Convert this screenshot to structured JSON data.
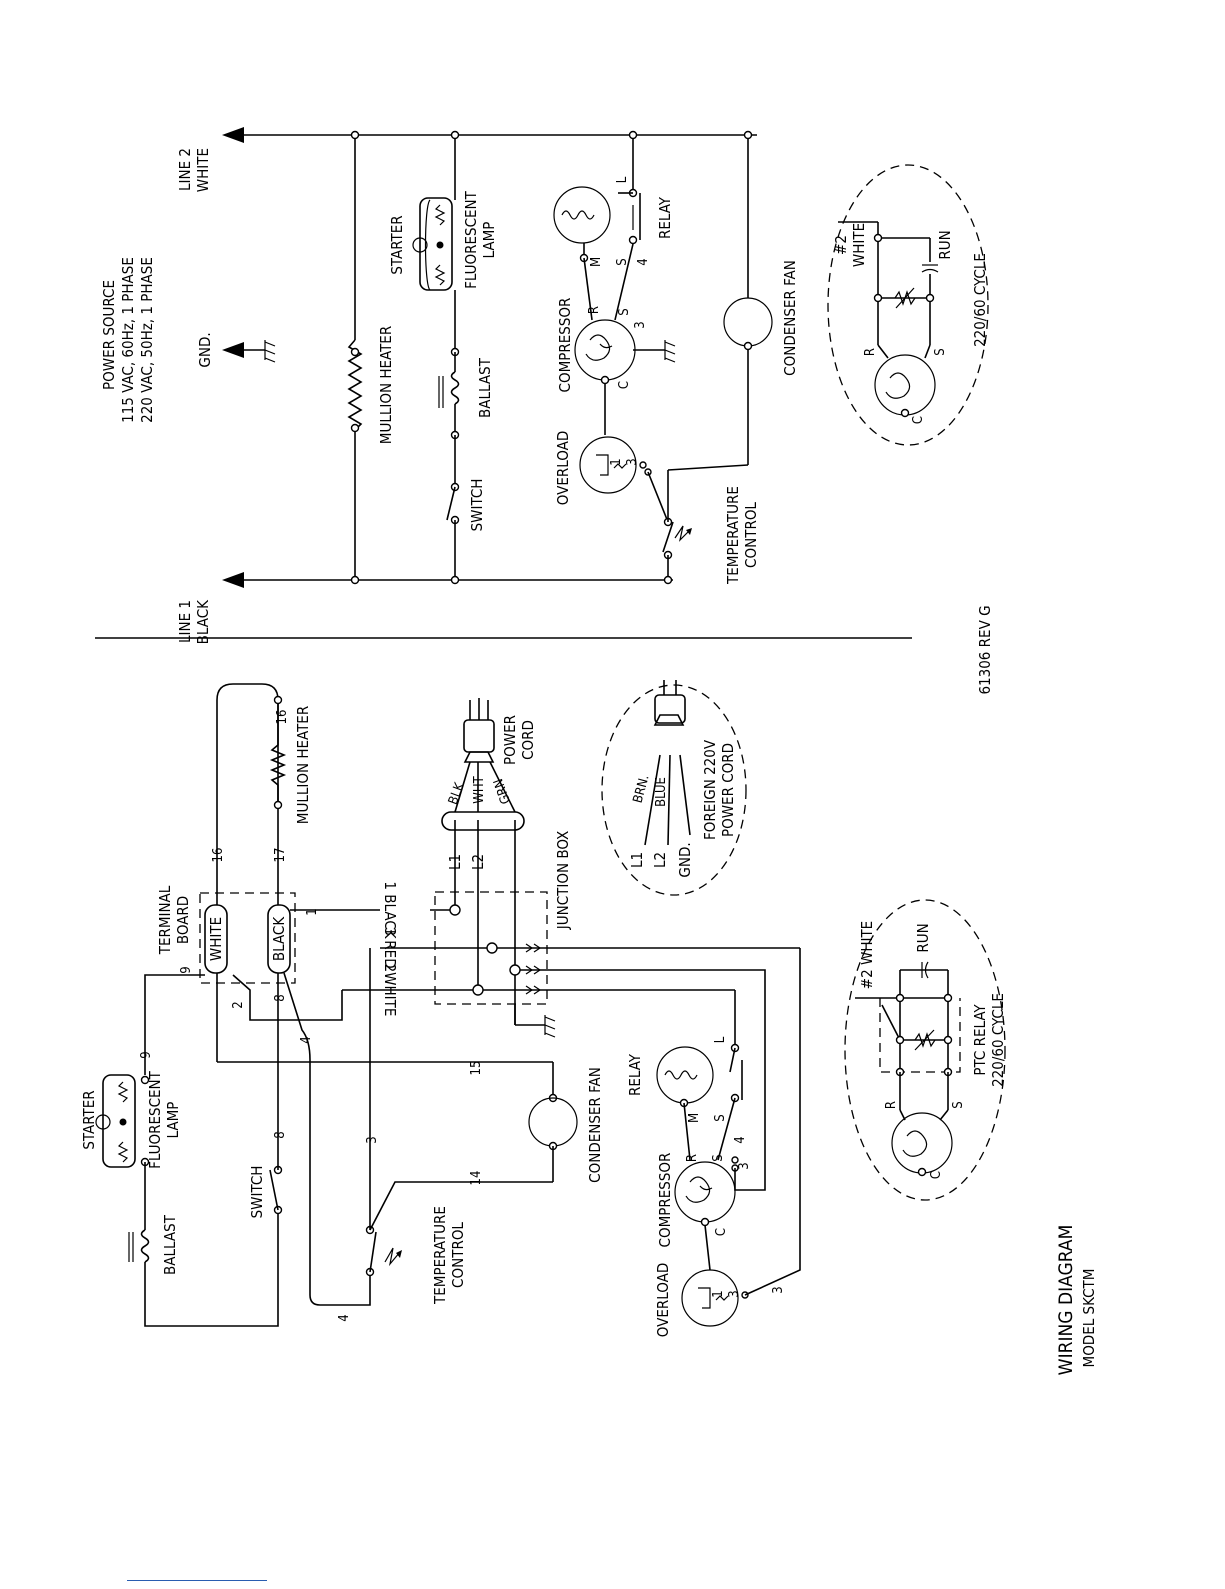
{
  "schematic": {
    "line1_label": "LINE 1",
    "line1_color": "BLACK",
    "line2_label": "LINE 2",
    "line2_color": "WHITE",
    "power_source": [
      "POWER SOURCE",
      "115 VAC, 60Hz, 1 PHASE",
      "220 VAC, 50Hz, 1 PHASE"
    ],
    "gnd": "GND.",
    "mullion_heater": "MULLION HEATER",
    "starter": "STARTER",
    "fluorescent_lamp": [
      "FLUORESCENT",
      "LAMP"
    ],
    "ballast": "BALLAST",
    "switch": "SWITCH",
    "compressor": "COMPRESSOR",
    "relay": "RELAY",
    "overload": "OVERLOAD",
    "condenser_fan": "CONDENSER FAN",
    "temperature_control": [
      "TEMPERATURE",
      "CONTROL"
    ],
    "pins": {
      "r": "R",
      "s": "S",
      "c": "C",
      "m": "M",
      "l": "L",
      "three": "3",
      "four": "4",
      "one": "1"
    }
  },
  "inset_top": {
    "wire": [
      "#2",
      "WHITE"
    ],
    "run": "RUN",
    "cycle": "220/60 CYCLE",
    "r": "R",
    "s": "S",
    "c": "C"
  },
  "drawing_number": "61306 REV G",
  "pictorial": {
    "starter": "STARTER",
    "fluorescent_lamp": [
      "FLUORESCENT",
      "LAMP"
    ],
    "ballast": "BALLAST",
    "switch": "SWITCH",
    "terminal_board": [
      "TERMINAL",
      "BOARD"
    ],
    "white": "WHITE",
    "black": "BLACK",
    "mullion_heater": "MULLION HEATER",
    "power_cord": [
      "POWER",
      "CORD"
    ],
    "junction_box": "JUNCTION BOX",
    "l1": "L1",
    "l2": "L2",
    "blk": "BLK",
    "wht": "WHT",
    "grn": "GRN",
    "one_black": "1 BLACK",
    "three_red": "3 RED",
    "two_white": "2WHITE",
    "condenser_fan": "CONDENSER FAN",
    "relay": "RELAY",
    "compressor": "COMPRESSOR",
    "overload": "OVERLOAD",
    "temperature_control": [
      "TEMPERATURE",
      "CONTROL"
    ],
    "wire_numbers": {
      "n16": "16",
      "n17": "17",
      "n9": "9",
      "n9b": "9",
      "n8": "8",
      "n8b": "8",
      "n2": "2",
      "n4": "4",
      "n4b": "4",
      "n15": "15",
      "n14": "14",
      "n3": "3",
      "n3b": "3",
      "n1": "1",
      "n16b": "16"
    },
    "pins": {
      "r": "R",
      "s": "S",
      "c": "C",
      "m": "M",
      "l": "L",
      "three": "3",
      "four": "4",
      "one": "1"
    }
  },
  "foreign_cord": {
    "l1": "L1",
    "l2": "L2",
    "gnd": "GND.",
    "brn": "BRN.",
    "blue": "BLUE",
    "title": [
      "FOREIGN 220V",
      "POWER CORD"
    ]
  },
  "ptc_inset": {
    "wire": "#2 WHITE",
    "run": "RUN",
    "relay": [
      "PTC RELAY",
      "220/60 CYCLE"
    ],
    "r": "R",
    "s": "S",
    "c": "C"
  },
  "title_block": {
    "title": "WIRING DIAGRAM",
    "model": "MODEL SKCTM"
  }
}
